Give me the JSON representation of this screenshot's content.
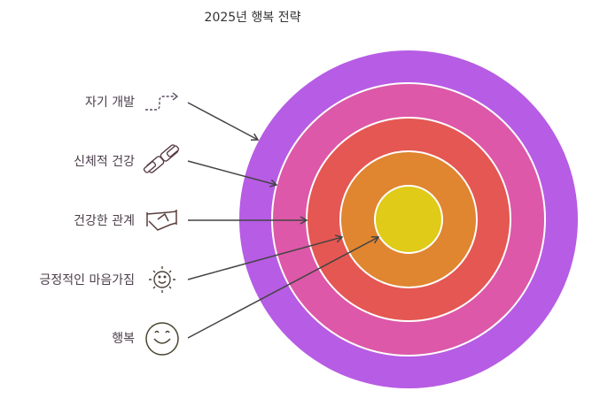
{
  "title": "2025년 행복 전략",
  "layers": [
    {
      "label": "자기 개발",
      "icon": "path-arrow-icon",
      "color": "#b75ce4"
    },
    {
      "label": "신체적 건강",
      "icon": "dumbbell-icon",
      "color": "#dd58a8"
    },
    {
      "label": "건강한 관계",
      "icon": "handshake-icon",
      "color": "#e55752"
    },
    {
      "label": "긍정적인 마음가짐",
      "icon": "smiling-sun-icon",
      "color": "#e08530"
    },
    {
      "label": "행복",
      "icon": "smiley-icon",
      "color": "#dfcb18"
    }
  ]
}
